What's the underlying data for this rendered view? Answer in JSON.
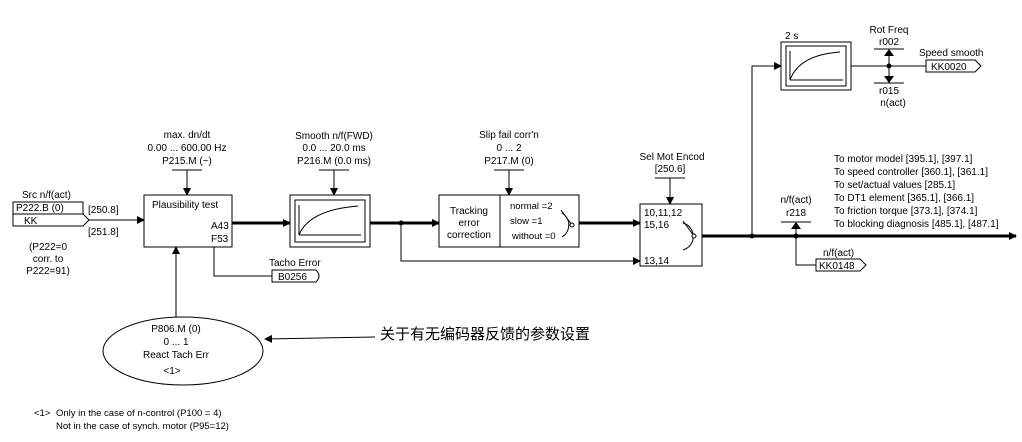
{
  "source": {
    "title": "Src n/f(act)",
    "param": "P222.B (0)",
    "connector": "KK",
    "ref1": "[250.8]",
    "ref2": "[251.8]",
    "note1": "(P222=0",
    "note2": "corr. to",
    "note3": "P222=91)"
  },
  "plausibility": {
    "param_title": "max. dn/dt",
    "param_range": "0.00 ... 600.00 Hz",
    "param_name": "P215.M (~)",
    "block_label": "Plausibility test",
    "fault1": "A43",
    "fault2": "F53",
    "tacho_label": "Tacho Error",
    "tacho_connector": "B0256"
  },
  "smooth": {
    "title": "Smooth n/f(FWD)",
    "range": "0.0 ... 20.0 ms",
    "param": "P216.M (0.0 ms)"
  },
  "slip": {
    "title": "Slip fail corr'n",
    "range": "0 ... 2",
    "param": "P217.M (0)",
    "block_line1": "Tracking",
    "block_line2": "error",
    "block_line3": "correction",
    "opt_normal": "normal =2",
    "opt_slow": "slow =1",
    "opt_without": "without =0"
  },
  "sel_mot_encod": {
    "title": "Sel Mot Encod",
    "ref": "[250.6]",
    "in1": "10,11,12",
    "in2": "15,16",
    "in3": "13,14"
  },
  "speed_smooth": {
    "time": "2 s",
    "rot_freq": "Rot Freq",
    "r002": "r002",
    "r015": "r015",
    "nact": "n(act)",
    "label": "Speed smooth",
    "connector": "KK0020"
  },
  "output": {
    "nf_act_label": "n/f(act)",
    "r218": "r218",
    "nf_act_label2": "n/f(act)",
    "connector": "KK0148",
    "destinations": [
      "To motor model [395.1], [397.1]",
      "To speed controller [360.1], [361.1]",
      "To set/actual values [285.1]",
      "To DT1 element [365.1], [366.1]",
      "To friction torque [373.1], [374.1]",
      "To blocking diagnosis [485.1], [487.1]"
    ]
  },
  "react_tach": {
    "param": "P806.M (0)",
    "range": "0 ... 1",
    "label": "React Tach Err",
    "note_ref": "<1>"
  },
  "annotation_cn": "关于有无编码器反馈的参数设置",
  "footnote": {
    "marker": "<1>",
    "line1": "Only in the case of n-control (P100 = 4)",
    "line2": "Not in the case of synch. motor (P95=12)"
  }
}
